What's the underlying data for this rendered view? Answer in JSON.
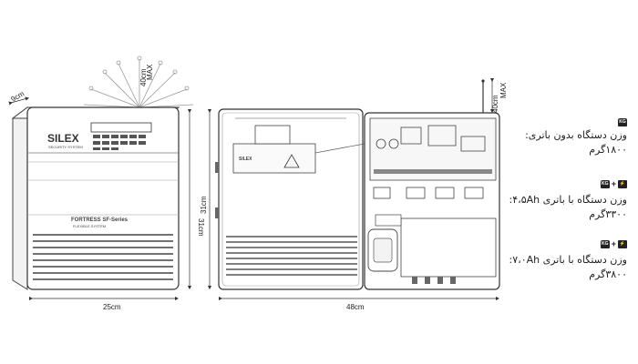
{
  "left_device": {
    "brand": "SILEX",
    "brand_sub": "SECURITY SYSTEM",
    "model": "FORTRESS SF-Series",
    "model_sub": "FLEXIBLE SYSTEM",
    "dim_depth": "9cm",
    "dim_height": "31cm",
    "dim_width": "25cm",
    "antenna_dim": "40cm",
    "antenna_max": "MAX"
  },
  "center_device": {
    "board_label": "SILEX",
    "dim_height": "31cm",
    "dim_width": "48cm",
    "antenna_dim": "40cm",
    "antenna_max": "MAX"
  },
  "weights": [
    {
      "icons": [
        "weight-icon"
      ],
      "line1": "وزن دستگاه بدون باتری:",
      "line2": "۱۸۰۰گرم",
      "weight_icon_label": "KG"
    },
    {
      "icons": [
        "weight-icon",
        "battery-icon"
      ],
      "line1": "وزن دستگاه با باتری ۴،۵Ah:",
      "line2": "۳۳۰۰گرم",
      "weight_icon_label": "KG"
    },
    {
      "icons": [
        "weight-icon",
        "battery-icon"
      ],
      "line1": "وزن دستگاه با باتری ۷،۰Ah:",
      "line2": "۳۸۰۰گرم",
      "weight_icon_label": "KG"
    }
  ]
}
